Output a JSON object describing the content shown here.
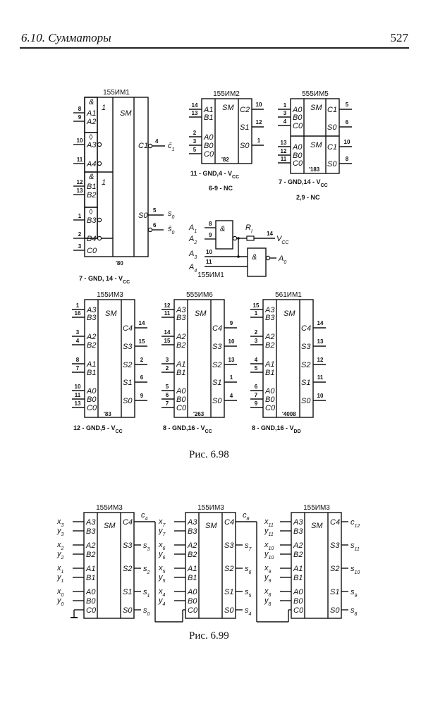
{
  "header": {
    "section": "6.10.  Сумматоры",
    "page_number": "527"
  },
  "figure_698": {
    "caption": "Рис. 6.98",
    "im1": {
      "title": "155ИМ1",
      "gate_and_top": "&",
      "gate_or_top": "1",
      "gate_and_bot": "&",
      "gate_or_bot": "1",
      "gate_inv_top": "◊",
      "gate_inv_bot": "◊",
      "sm": "SM",
      "inputs": [
        {
          "pin": "8",
          "label": "A1"
        },
        {
          "pin": "9",
          "label": "A2"
        },
        {
          "pin": "10",
          "label": "A3"
        },
        {
          "pin": "11",
          "label": "A4"
        },
        {
          "pin": "12",
          "label": "B1"
        },
        {
          "pin": "13",
          "label": "B2"
        },
        {
          "pin": "1",
          "label": "B3"
        },
        {
          "pin": "2",
          "label": "B4"
        },
        {
          "pin": "3",
          "label": "C0"
        }
      ],
      "outputs": [
        {
          "pin": "4",
          "label": "C1",
          "signal": "c̄",
          "sub": "1"
        },
        {
          "pin": "5",
          "label": "S0",
          "signal": "s",
          "sub": "0"
        },
        {
          "pin": "6",
          "label": "",
          "signal": "s̄",
          "sub": "0"
        }
      ],
      "part": "'80",
      "power": "7 - GND, 14 - V",
      "power_sub": "CC"
    },
    "im2": {
      "title": "155ИМ2",
      "sm": "SM",
      "inputs": [
        {
          "pin": "14",
          "label": "A1"
        },
        {
          "pin": "13",
          "label": "B1"
        },
        {
          "pin": "2",
          "label": "A0"
        },
        {
          "pin": "3",
          "label": "B0"
        },
        {
          "pin": "5",
          "label": "C0"
        }
      ],
      "outputs": [
        {
          "pin": "10",
          "label": "C2"
        },
        {
          "pin": "12",
          "label": "S1"
        },
        {
          "pin": "1",
          "label": "S0"
        }
      ],
      "part": "'82",
      "power": "11 - GND,4 - V",
      "power_sub": "CC",
      "nc": "6-9 - NC"
    },
    "im5": {
      "title": "555ИМ5",
      "sm": "SM",
      "top_inputs": [
        {
          "pin": "1",
          "label": "A0"
        },
        {
          "pin": "3",
          "label": "B0"
        },
        {
          "pin": "4",
          "label": "C0"
        }
      ],
      "top_outputs": [
        {
          "pin": "5",
          "label": "C1"
        },
        {
          "pin": "6",
          "label": "S0"
        }
      ],
      "bot_inputs": [
        {
          "pin": "13",
          "label": "A0"
        },
        {
          "pin": "12",
          "label": "B0"
        },
        {
          "pin": "11",
          "label": "C0"
        }
      ],
      "bot_outputs": [
        {
          "pin": "10",
          "label": "C1"
        },
        {
          "pin": "8",
          "label": "S0"
        }
      ],
      "part": "'183",
      "power": "7 - GND,14 - V",
      "power_sub": "CC",
      "nc": "2,9 - NC"
    },
    "im1_alt": {
      "in1": "A",
      "in1_sub": "1",
      "pin1": "8",
      "in2": "A",
      "in2_sub": "2",
      "pin2": "9",
      "in3": "A",
      "in3_sub": "3",
      "pin3": "10",
      "in4": "A",
      "in4_sub": "4",
      "pin4": "11",
      "resistor": "R",
      "resistor_sub": "I",
      "vcc_pin": "14",
      "vcc": "V",
      "vcc_sub": "CC",
      "gate": "&",
      "out": "A",
      "out_sub": "0",
      "title": "155ИМ1"
    },
    "im3": {
      "title": "155ИМ3",
      "sm": "SM",
      "part": "'83",
      "inputs": [
        {
          "pin": "1",
          "label": "A3"
        },
        {
          "pin": "16",
          "label": "B3"
        },
        {
          "pin": "3",
          "label": "A2"
        },
        {
          "pin": "4",
          "label": "B2"
        },
        {
          "pin": "8",
          "label": "A1"
        },
        {
          "pin": "7",
          "label": "B1"
        },
        {
          "pin": "10",
          "label": "A0"
        },
        {
          "pin": "11",
          "label": "B0"
        },
        {
          "pin": "13",
          "label": "C0"
        }
      ],
      "outputs": [
        {
          "pin": "14",
          "label": "C4"
        },
        {
          "pin": "15",
          "label": "S3"
        },
        {
          "pin": "2",
          "label": "S2"
        },
        {
          "pin": "6",
          "label": "S1"
        },
        {
          "pin": "9",
          "label": "S0"
        }
      ],
      "power": "12 - GND,5 - V",
      "power_sub": "CC"
    },
    "im6": {
      "title": "555ИМ6",
      "sm": "SM",
      "part": "'263",
      "inputs": [
        {
          "pin": "12",
          "label": "A3"
        },
        {
          "pin": "11",
          "label": "B3"
        },
        {
          "pin": "14",
          "label": "A2"
        },
        {
          "pin": "15",
          "label": "B2"
        },
        {
          "pin": "3",
          "label": "A1"
        },
        {
          "pin": "2",
          "label": "B1"
        },
        {
          "pin": "5",
          "label": "A0"
        },
        {
          "pin": "6",
          "label": "B0"
        },
        {
          "pin": "7",
          "label": "C0"
        }
      ],
      "outputs": [
        {
          "pin": "9",
          "label": "C4"
        },
        {
          "pin": "10",
          "label": "S3"
        },
        {
          "pin": "13",
          "label": "S2"
        },
        {
          "pin": "1",
          "label": "S1"
        },
        {
          "pin": "4",
          "label": "S0"
        }
      ],
      "power": "8 - GND,16 - V",
      "power_sub": "CC"
    },
    "im561": {
      "title": "561ИМ1",
      "sm": "SM",
      "part": "'4008",
      "inputs": [
        {
          "pin": "15",
          "label": "A3"
        },
        {
          "pin": "1",
          "label": "B3"
        },
        {
          "pin": "2",
          "label": "A2"
        },
        {
          "pin": "3",
          "label": "B2"
        },
        {
          "pin": "4",
          "label": "A1"
        },
        {
          "pin": "5",
          "label": "B1"
        },
        {
          "pin": "6",
          "label": "A0"
        },
        {
          "pin": "7",
          "label": "B0"
        },
        {
          "pin": "9",
          "label": "C0"
        }
      ],
      "outputs": [
        {
          "pin": "14",
          "label": "C4"
        },
        {
          "pin": "13",
          "label": "S3"
        },
        {
          "pin": "12",
          "label": "S2"
        },
        {
          "pin": "11",
          "label": "S1"
        },
        {
          "pin": "10",
          "label": "S0"
        }
      ],
      "power": "8 - GND,16  - V",
      "power_sub": "DD"
    }
  },
  "figure_699": {
    "caption": "Рис. 6.99",
    "chips": [
      {
        "title": "155ИМ3",
        "sm": "SM",
        "pins_in": [
          "A3",
          "B3",
          "A2",
          "B2",
          "A1",
          "B1",
          "A0",
          "B0",
          "C0"
        ],
        "pins_out": [
          "C4",
          "S3",
          "S2",
          "S1",
          "S0"
        ],
        "signals_in": [
          [
            "x",
            "3"
          ],
          [
            "y",
            "3"
          ],
          [
            "x",
            "2"
          ],
          [
            "y",
            "2"
          ],
          [
            "x",
            "1"
          ],
          [
            "y",
            "1"
          ],
          [
            "x",
            "0"
          ],
          [
            "y",
            "0"
          ]
        ],
        "carry_out": [
          "c",
          "4"
        ],
        "signals_out": [
          [
            "s",
            "3"
          ],
          [
            "s",
            "2"
          ],
          [
            "s",
            "1"
          ],
          [
            "s",
            "0"
          ]
        ]
      },
      {
        "title": "155ИМ3",
        "sm": "SM",
        "pins_in": [
          "A3",
          "B3",
          "A2",
          "B2",
          "A1",
          "B1",
          "A0",
          "B0",
          "C0"
        ],
        "pins_out": [
          "C4",
          "S3",
          "S2",
          "S1",
          "S0"
        ],
        "signals_in": [
          [
            "x",
            "7"
          ],
          [
            "y",
            "7"
          ],
          [
            "x",
            "6"
          ],
          [
            "y",
            "6"
          ],
          [
            "x",
            "5"
          ],
          [
            "y",
            "5"
          ],
          [
            "x",
            "4"
          ],
          [
            "y",
            "4"
          ]
        ],
        "carry_out": [
          "c",
          "8"
        ],
        "signals_out": [
          [
            "s",
            "7"
          ],
          [
            "s",
            "6"
          ],
          [
            "s",
            "5"
          ],
          [
            "s",
            "4"
          ]
        ]
      },
      {
        "title": "155ИМ3",
        "sm": "SM",
        "pins_in": [
          "A3",
          "B3",
          "A2",
          "B2",
          "A1",
          "B1",
          "A0",
          "B0",
          "C0"
        ],
        "pins_out": [
          "C4",
          "S3",
          "S2",
          "S1",
          "S0"
        ],
        "signals_in": [
          [
            "x",
            "11"
          ],
          [
            "y",
            "11"
          ],
          [
            "x",
            "10"
          ],
          [
            "y",
            "10"
          ],
          [
            "x",
            "9"
          ],
          [
            "y",
            "9"
          ],
          [
            "x",
            "8"
          ],
          [
            "y",
            "8"
          ]
        ],
        "carry_out": [
          "c",
          "12"
        ],
        "signals_out": [
          [
            "s",
            "11"
          ],
          [
            "s",
            "10"
          ],
          [
            "s",
            "9"
          ],
          [
            "s",
            "8"
          ]
        ]
      }
    ]
  }
}
